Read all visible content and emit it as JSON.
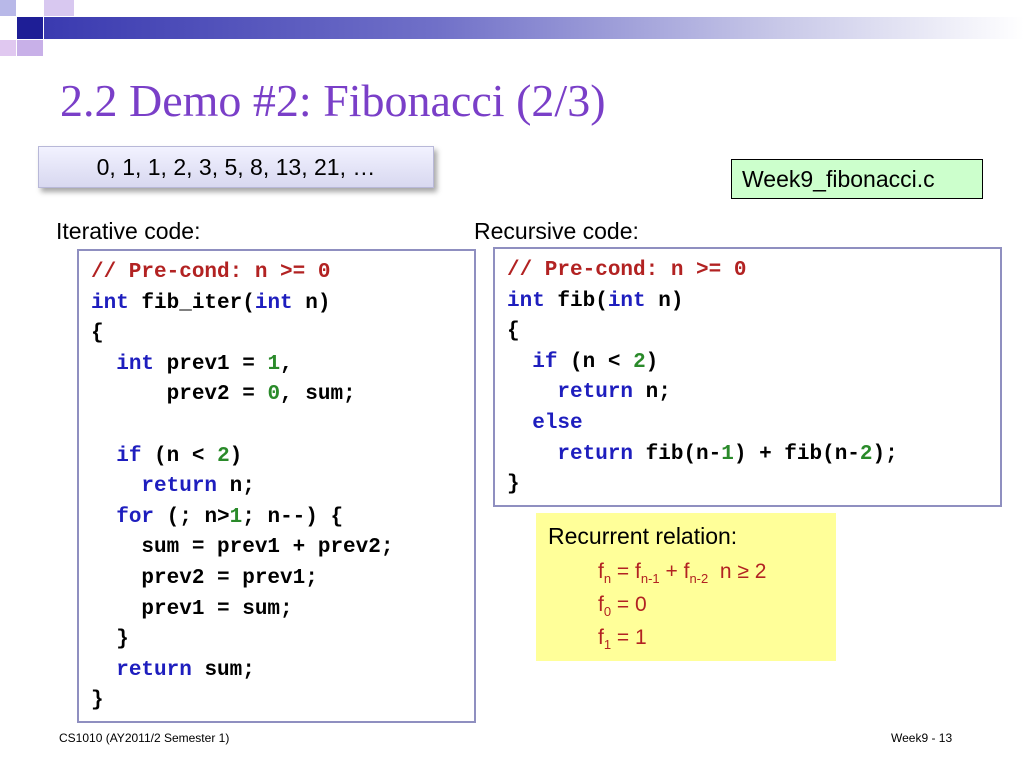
{
  "slide": {
    "title": "2.2 Demo #2: Fibonacci (2/3)",
    "sequence": "0, 1, 1, 2, 3, 5, 8, 13, 21, …",
    "filename": "Week9_fibonacci.c",
    "iterative_label": "Iterative code:",
    "recursive_label": "Recursive code:"
  },
  "iterative_code": [
    [
      {
        "t": "// Pre-cond: n >= 0",
        "c": "cm"
      }
    ],
    [
      {
        "t": "int",
        "c": "kw"
      },
      {
        "t": " fib_iter("
      },
      {
        "t": "int",
        "c": "kw"
      },
      {
        "t": " n)"
      }
    ],
    [
      {
        "t": "{"
      }
    ],
    [
      {
        "t": "  "
      },
      {
        "t": "int",
        "c": "kw"
      },
      {
        "t": " prev1 = "
      },
      {
        "t": "1",
        "c": "nm"
      },
      {
        "t": ","
      }
    ],
    [
      {
        "t": "      prev2 = "
      },
      {
        "t": "0",
        "c": "nm"
      },
      {
        "t": ", sum;"
      }
    ],
    [
      {
        "t": ""
      }
    ],
    [
      {
        "t": "  "
      },
      {
        "t": "if",
        "c": "kw"
      },
      {
        "t": " (n < "
      },
      {
        "t": "2",
        "c": "nm"
      },
      {
        "t": ")"
      }
    ],
    [
      {
        "t": "    "
      },
      {
        "t": "return",
        "c": "kw"
      },
      {
        "t": " n;"
      }
    ],
    [
      {
        "t": "  "
      },
      {
        "t": "for",
        "c": "kw"
      },
      {
        "t": " (; n>"
      },
      {
        "t": "1",
        "c": "nm"
      },
      {
        "t": "; n--) {"
      }
    ],
    [
      {
        "t": "    sum = prev1 + prev2;"
      }
    ],
    [
      {
        "t": "    prev2 = prev1;"
      }
    ],
    [
      {
        "t": "    prev1 = sum;"
      }
    ],
    [
      {
        "t": "  }"
      }
    ],
    [
      {
        "t": "  "
      },
      {
        "t": "return",
        "c": "kw"
      },
      {
        "t": " sum;"
      }
    ],
    [
      {
        "t": "}"
      }
    ]
  ],
  "recursive_code": [
    [
      {
        "t": "// Pre-cond: n >= 0",
        "c": "cm"
      }
    ],
    [
      {
        "t": "int",
        "c": "kw"
      },
      {
        "t": " fib("
      },
      {
        "t": "int",
        "c": "kw"
      },
      {
        "t": " n)"
      }
    ],
    [
      {
        "t": "{"
      }
    ],
    [
      {
        "t": "  "
      },
      {
        "t": "if",
        "c": "kw"
      },
      {
        "t": " (n < "
      },
      {
        "t": "2",
        "c": "nm"
      },
      {
        "t": ")"
      }
    ],
    [
      {
        "t": "    "
      },
      {
        "t": "return",
        "c": "kw"
      },
      {
        "t": " n;"
      }
    ],
    [
      {
        "t": "  "
      },
      {
        "t": "else",
        "c": "kw"
      }
    ],
    [
      {
        "t": "    "
      },
      {
        "t": "return",
        "c": "kw"
      },
      {
        "t": " fib(n-"
      },
      {
        "t": "1",
        "c": "nm"
      },
      {
        "t": ") + fib(n-"
      },
      {
        "t": "2",
        "c": "nm"
      },
      {
        "t": ");"
      }
    ],
    [
      {
        "t": "}"
      }
    ]
  ],
  "recurrence": {
    "title": "Recurrent relation:",
    "line1": {
      "f": "f",
      "sub_n": "n",
      "eq": " = f",
      "sub_n1": "n-1",
      "plus": " + f",
      "sub_n2": "n-2",
      "cond": "  n ≥ 2"
    },
    "line2": {
      "f": "f",
      "sub": "0",
      "rest": " = 0"
    },
    "line3": {
      "f": "f",
      "sub": "1",
      "rest": " = 1"
    }
  },
  "footer": {
    "left": "CS1010 (AY2011/2 Semester 1)",
    "right": "Week9 - 13"
  },
  "colors": {
    "title": "#7a3fc8",
    "comment": "#b22222",
    "keyword": "#1e1ebe",
    "number": "#2a8a2a",
    "file_box": "#ccffcc",
    "recurrence_box": "#ffff99"
  }
}
